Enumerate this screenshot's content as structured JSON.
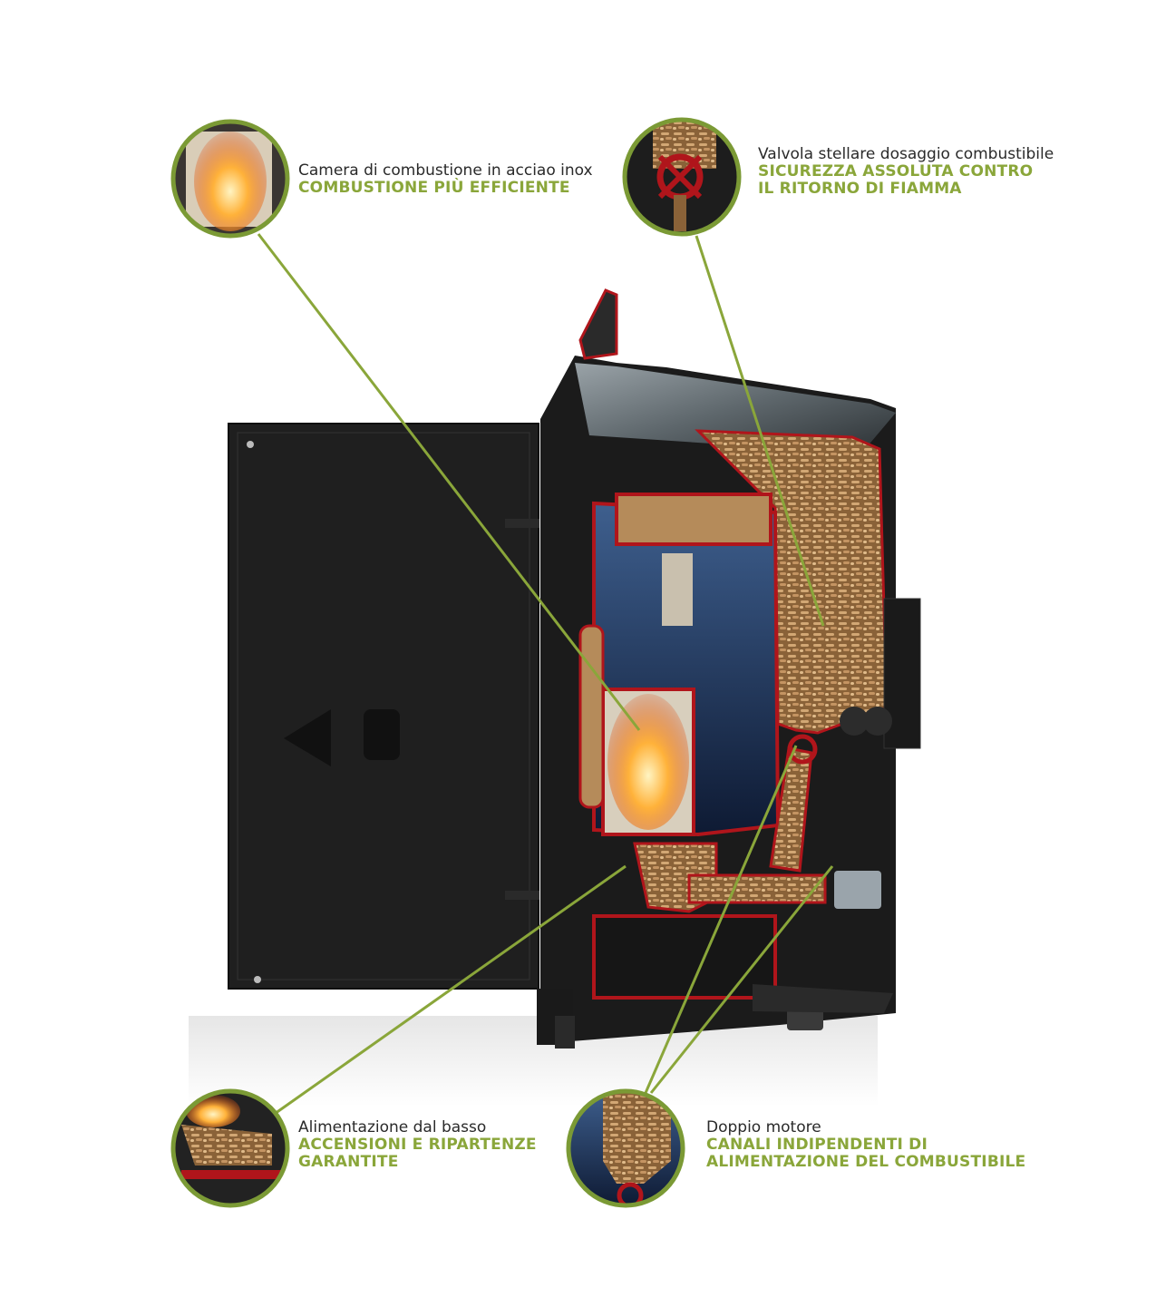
{
  "palette": {
    "accent_green": "#8aa63a",
    "ring_green": "#7b9a35",
    "leader_line": "#8aa63a",
    "stove_body": "#1e1e1e",
    "section_red": "#b0151b",
    "pellet": "#b88a55",
    "flame": "#ff8a1c"
  },
  "callouts": [
    {
      "id": "combustion-chamber",
      "icon": "flame-chamber-icon",
      "title": "Camera di combustione in acciao inox",
      "headline_lines": [
        "COMBUSTIONE PIÙ EFFICIENTE"
      ]
    },
    {
      "id": "star-valve",
      "icon": "star-valve-icon",
      "title": "Valvola stellare dosaggio combustibile",
      "headline_lines": [
        "SICUREZZA ASSOLUTA CONTRO",
        "IL RITORNO DI FIAMMA"
      ]
    },
    {
      "id": "bottom-feed",
      "icon": "bottom-feed-icon",
      "title": "Alimentazione dal basso",
      "headline_lines": [
        "ACCENSIONI E RIPARTENZE",
        "GARANTITE"
      ]
    },
    {
      "id": "double-motor",
      "icon": "pellet-hopper-icon",
      "title": "Doppio motore",
      "headline_lines": [
        "CANALI INDIPENDENTI DI",
        "ALIMENTAZIONE DEL COMBUSTIBILE"
      ]
    }
  ]
}
